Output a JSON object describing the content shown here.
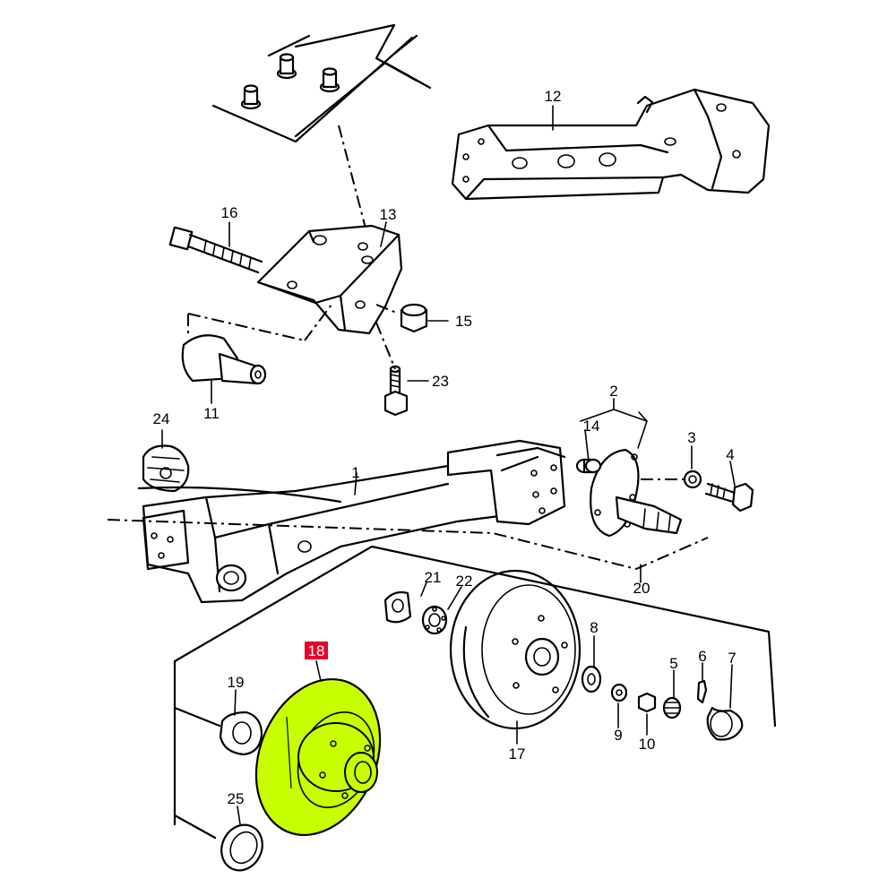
{
  "diagram": {
    "highlight_color": "#c8ff00",
    "label_highlight_bg": "#e8002d",
    "highlighted_part": "18",
    "labels": {
      "p1": "1",
      "p2": "2",
      "p3": "3",
      "p4": "4",
      "p5": "5",
      "p6": "6",
      "p7": "7",
      "p8": "8",
      "p9": "9",
      "p10": "10",
      "p11": "11",
      "p12": "12",
      "p13": "13",
      "p14": "14",
      "p15": "15",
      "p16": "16",
      "p17": "17",
      "p18": "18",
      "p19": "19",
      "p20": "20",
      "p21": "21",
      "p22": "22",
      "p23": "23",
      "p24": "24",
      "p25": "25"
    }
  }
}
